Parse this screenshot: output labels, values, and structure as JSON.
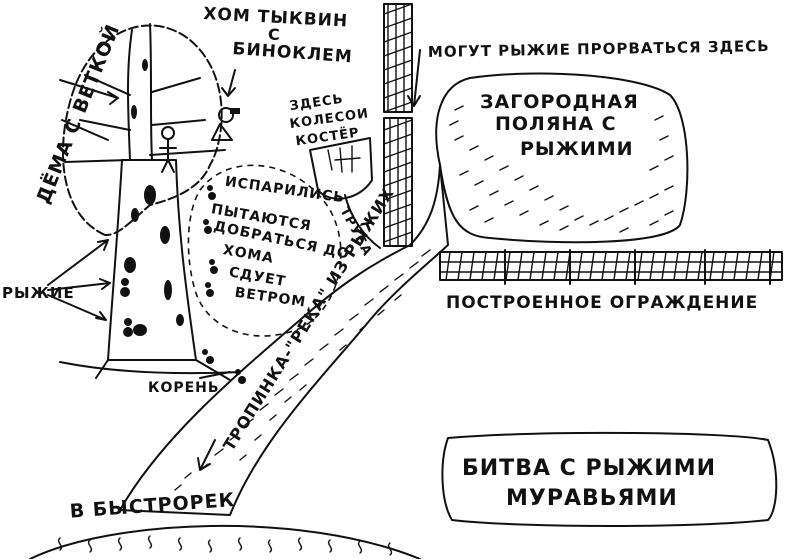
{
  "labels": {
    "khom": "ХОМ ТЫКВИН",
    "s": "С",
    "binocl": "БИНОКЛЕМ",
    "dema": "ДЁМА С ВЕТКОЙ",
    "mogut": "МОГУТ РЫЖИЕ ПРОРВАТЬСЯ ЗДЕСЬ",
    "zdes1": "ЗДЕСЬ",
    "zdes2": "КОЛЕСОИ",
    "zdes3": "КОСТЁР",
    "polyana1": "ЗАГОРОДНАЯ",
    "polyana2": "ПОЛЯНА С",
    "polyana3": "РЫЖИМИ",
    "ispar": "ИСПАРИЛИСЬ",
    "pyt1": "ПЫТАЮТСЯ",
    "pyt2": "ДОБРАТЬСЯ ДО",
    "pyt3": "ХОМА",
    "sduet1": "СДУЕТ",
    "sduet2": "ВЕТРОМ",
    "truba": "ТРУБА",
    "ryzhie": "РЫЖИЕ",
    "ograzhdenie": "ПОСТРОЕННОЕ ОГРАЖДЕНИЕ",
    "koren": "КОРЕНЬ",
    "tropinka": "ТРОПИНКА-\"РЕКА\" ИЗ РЫЖИХ",
    "bystrorek": "В БЫСТРОРЕК",
    "bitva1": "БИТВА С РЫЖИМИ",
    "bitva2": "МУРАВЬЯМИ"
  },
  "colors": {
    "ink": "#111111",
    "paper": "#ffffff"
  }
}
